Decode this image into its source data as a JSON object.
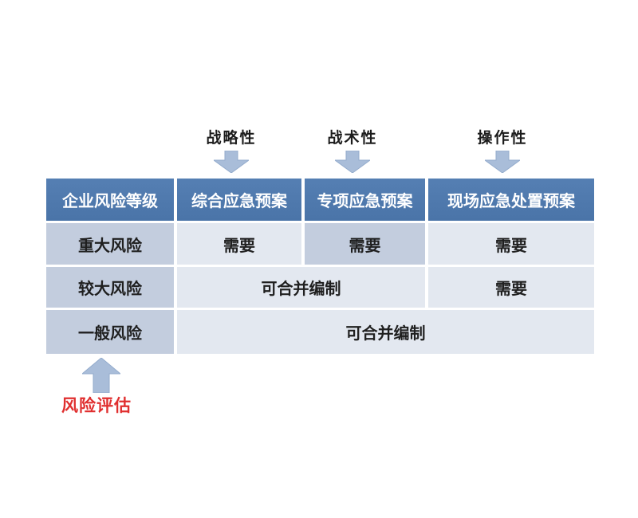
{
  "top_annotations": {
    "strategic": {
      "label": "战略性"
    },
    "tactical": {
      "label": "战术性"
    },
    "operational": {
      "label": "操作性"
    }
  },
  "table": {
    "headers": [
      "企业风险等级",
      "综合应急预案",
      "专项应急预案",
      "现场应急处置预案"
    ],
    "rows": [
      {
        "level": "重大风险",
        "cells": [
          "需要",
          "需要",
          "需要"
        ]
      },
      {
        "level": "较大风险",
        "merged": "可合并编制",
        "cell": "需要"
      },
      {
        "level": "一般风险",
        "merged": "可合并编制"
      }
    ]
  },
  "bottom_annotation": {
    "label": "风险评估"
  },
  "colors": {
    "header_bg": "#4d79ae",
    "header_text": "#ffffff",
    "level_cell_bg": "#c3cdde",
    "data_cell_bg": "#e3e8f0",
    "body_text": "#1f1f1f",
    "arrow_fill": "#a9bdd9",
    "arrow_edge": "#93abcc",
    "risk_assessment_text": "#e02f2f",
    "background": "#ffffff"
  }
}
